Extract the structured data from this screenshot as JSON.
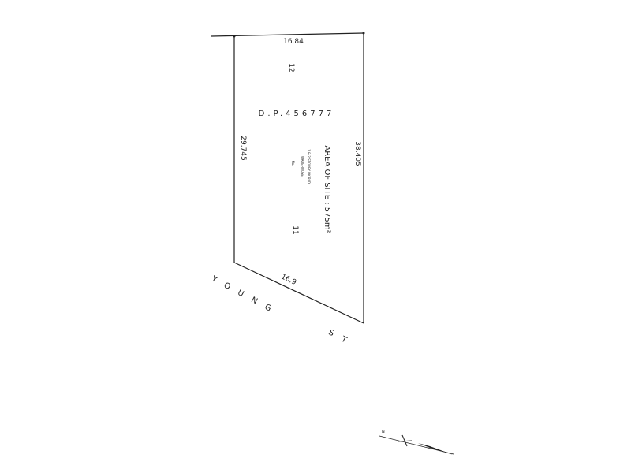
{
  "plan": {
    "top_dimension": "16.84",
    "left_dimension": "29.745",
    "right_dimension": "38.405",
    "bottom_dimension": "16.9",
    "lot_north": "12",
    "lot_south": "11",
    "dp_number": "D.P.456777",
    "area_label": "AREA OF SITE : 575m²",
    "building_line1": "1 & 2 STOREY BK BLD",
    "building_line2": "WAREHOUSE",
    "building_line3": "No.",
    "street_name_1": "YOUNG",
    "street_name_2": "ST",
    "north_label": "N"
  }
}
